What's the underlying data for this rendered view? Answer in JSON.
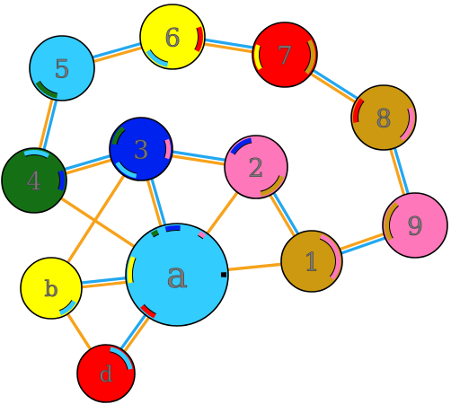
{
  "colors": {
    "blue_edge": "#22a7f0",
    "orange_edge": "#f7a21b",
    "outline": "#000000",
    "label_fill": "#7a7a7a"
  },
  "nodes": [
    {
      "id": "a",
      "label": "a",
      "color": "#33ccff"
    },
    {
      "id": "1",
      "label": "1",
      "color": "#cc9911"
    },
    {
      "id": "2",
      "label": "2",
      "color": "#ff77bb"
    },
    {
      "id": "3",
      "label": "3",
      "color": "#0022ee"
    },
    {
      "id": "4",
      "label": "4",
      "color": "#157015"
    },
    {
      "id": "5",
      "label": "5",
      "color": "#33ccff"
    },
    {
      "id": "6",
      "label": "6",
      "color": "#ffff00"
    },
    {
      "id": "7",
      "label": "7",
      "color": "#ff0000"
    },
    {
      "id": "8",
      "label": "8",
      "color": "#cc9911"
    },
    {
      "id": "9",
      "label": "9",
      "color": "#ff77bb"
    },
    {
      "id": "b",
      "label": "b",
      "color": "#ffff00"
    },
    {
      "id": "d",
      "label": "d",
      "color": "#ff0000"
    }
  ],
  "edges": [
    {
      "from": "5",
      "to": "6",
      "style": "double"
    },
    {
      "from": "6",
      "to": "7",
      "style": "double"
    },
    {
      "from": "7",
      "to": "8",
      "style": "double"
    },
    {
      "from": "8",
      "to": "9",
      "style": "double"
    },
    {
      "from": "9",
      "to": "1",
      "style": "double"
    },
    {
      "from": "5",
      "to": "4",
      "style": "double"
    },
    {
      "from": "4",
      "to": "3",
      "style": "double"
    },
    {
      "from": "3",
      "to": "2",
      "style": "double"
    },
    {
      "from": "2",
      "to": "1",
      "style": "double"
    },
    {
      "from": "3",
      "to": "a",
      "style": "double"
    },
    {
      "from": "b",
      "to": "a",
      "style": "double"
    },
    {
      "from": "d",
      "to": "a",
      "style": "double"
    },
    {
      "from": "4",
      "to": "a",
      "style": "orange"
    },
    {
      "from": "3",
      "to": "b",
      "style": "orange"
    },
    {
      "from": "2",
      "to": "a",
      "style": "orange"
    },
    {
      "from": "b",
      "to": "d",
      "style": "orange"
    },
    {
      "from": "a",
      "to": "1",
      "style": "orange"
    }
  ],
  "ring_marks": [
    {
      "node": "a",
      "color": "#157015"
    },
    {
      "node": "a",
      "color": "#0022ee"
    },
    {
      "node": "a",
      "color": "#ff77bb"
    },
    {
      "node": "a",
      "color": "#ffff00"
    },
    {
      "node": "a",
      "color": "#ff0000"
    },
    {
      "node": "a",
      "color": "#000000"
    },
    {
      "node": "1",
      "color": "#ff77bb"
    },
    {
      "node": "2",
      "color": "#0022ee"
    },
    {
      "node": "2",
      "color": "#cc9911"
    },
    {
      "node": "3",
      "color": "#157015"
    },
    {
      "node": "3",
      "color": "#ff77bb"
    },
    {
      "node": "3",
      "color": "#33ccff"
    },
    {
      "node": "4",
      "color": "#33ccff"
    },
    {
      "node": "4",
      "color": "#0022ee"
    },
    {
      "node": "5",
      "color": "#157015"
    },
    {
      "node": "6",
      "color": "#ff0000"
    },
    {
      "node": "6",
      "color": "#33ccff"
    },
    {
      "node": "7",
      "color": "#ffff00"
    },
    {
      "node": "7",
      "color": "#cc9911"
    },
    {
      "node": "8",
      "color": "#ff0000"
    },
    {
      "node": "8",
      "color": "#ff77bb"
    },
    {
      "node": "9",
      "color": "#cc9911"
    },
    {
      "node": "b",
      "color": "#33ccff"
    },
    {
      "node": "d",
      "color": "#33ccff"
    }
  ]
}
